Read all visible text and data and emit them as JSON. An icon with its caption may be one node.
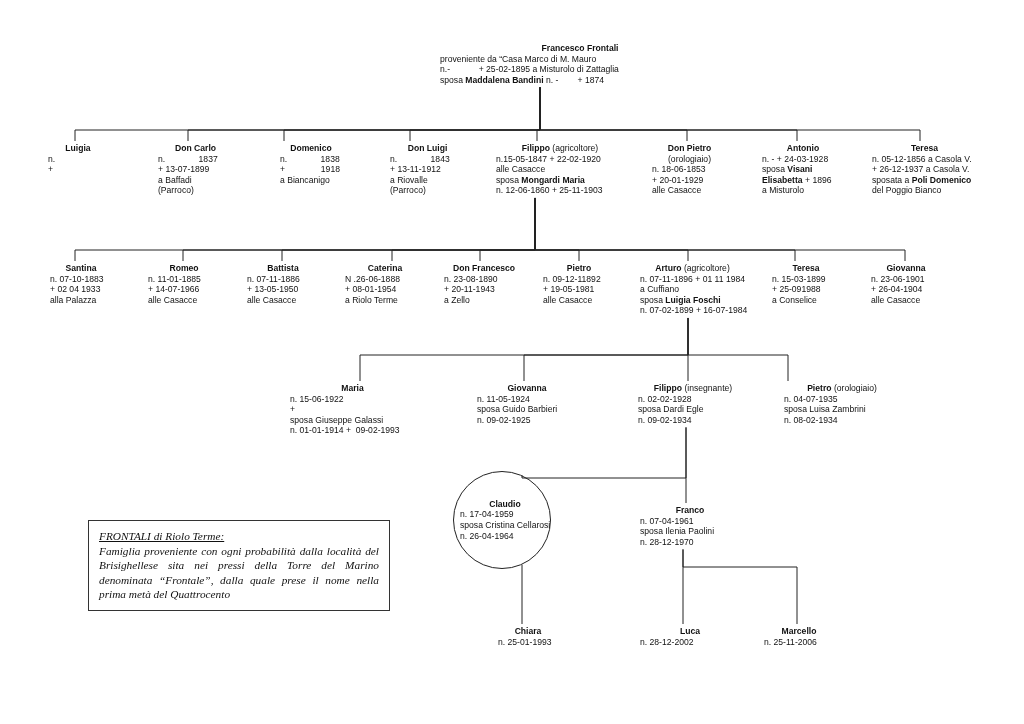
{
  "diagram": {
    "nodes": [
      {
        "text": [
          "Francesco Frontali",
          "proveniente da “Casa Marco di M. Mauro",
          "n.-            + 25-02-1895 a Misturolo di Zattaglia",
          "sposa **Maddalena Bandini** n. -        + 1874"
        ]
      },
      {
        "text": [
          "Luigia",
          "n.",
          "+"
        ]
      },
      {
        "text": [
          "Don Carlo",
          "n.              1837",
          "+ 13-07-1899",
          "a Baffadi",
          "(Parroco)"
        ]
      },
      {
        "text": [
          "Domenico",
          "n.              1838",
          "+               1918",
          "a Biancanigo"
        ]
      },
      {
        "text": [
          "Don Luigi",
          "n.              1843",
          "+ 13-11-1912",
          "a Riovalle",
          "(Parroco)"
        ]
      },
      {
        "text": [
          "Filippo",
          "(agricoltore)",
          "n.15-05-1847 + 22-02-1920",
          "alle Casacce",
          "sposa **Mongardi Maria**",
          "n. 12-06-1860 + 25-11-1903"
        ]
      },
      {
        "text": [
          "Don Pietro",
          "(orologiaio)",
          "n. 18-06-1853",
          "+ 20-01-1929",
          "alle Casacce"
        ]
      },
      {
        "text": [
          "Antonio",
          "n. - + 24-03-1928",
          "sposa **Visani**",
          "**Elisabetta** + 1896",
          "a Misturolo"
        ]
      },
      {
        "text": [
          "Teresa",
          "n. 05-12-1856 a Casola V.",
          "+ 26-12-1937 a Casola V.",
          "sposata a **Poli Domenico**",
          "del Poggio Bianco"
        ]
      },
      {
        "text": [
          "Santina",
          "n. 07-10-1883",
          "+ 02 04 1933",
          "alla Palazza"
        ]
      },
      {
        "text": [
          "Romeo",
          "n. 11-01-1885",
          "+ 14-07-1966",
          "alle Casacce"
        ]
      },
      {
        "text": [
          "Battista",
          "n. 07-11-1886",
          "+ 13-05-1950",
          "alle Casacce"
        ]
      },
      {
        "text": [
          "Caterina",
          "N .26-06-1888",
          "+ 08-01-1954",
          "a Riolo Terme"
        ]
      },
      {
        "text": [
          "Don Francesco",
          "n. 23-08-1890",
          "+ 20-11-1943",
          "a Zello"
        ]
      },
      {
        "text": [
          "Pietro",
          "n. 09-12-11892",
          "+ 19-05-1981",
          "alle Casacce"
        ]
      },
      {
        "text": [
          "Arturo",
          "(agricoltore)",
          "n. 07-11-1896 + 01 11 1984",
          "a Cuffiano",
          "sposa **Luigia Foschi**",
          "n. 07-02-1899 + 16-07-1984"
        ]
      },
      {
        "text": [
          "Teresa",
          "n. 15-03-1899",
          "+ 25-091988",
          "a Conselice"
        ]
      },
      {
        "text": [
          "Giovanna",
          "n. 23-06-1901",
          "+ 26-04-1904",
          "alle Casacce"
        ]
      },
      {
        "text": [
          "Maria",
          "n. 15-06-1922",
          "+",
          "sposa Giuseppe Galassi",
          "n. 01-01-1914 +  09-02-1993"
        ]
      },
      {
        "text": [
          "Giovanna",
          "n. 11-05-1924",
          "sposa Guido Barbieri",
          "n. 09-02-1925"
        ]
      },
      {
        "text": [
          "Filippo",
          "(insegnante)",
          "n. 02-02-1928",
          "sposa Dardi Egle",
          "n. 09-02-1934"
        ]
      },
      {
        "text": [
          "Pietro",
          "(orologiaio)",
          "n. 04-07-1935",
          "sposa Luisa Zambrini",
          "n. 08-02-1934"
        ]
      },
      {
        "text": [
          "Claudio",
          "n. 17-04-1959",
          "sposa Cristina Cellarosi",
          "n. 26-04-1964"
        ]
      },
      {
        "text": [
          "Franco",
          "n. 07-04-1961",
          "sposa Ilenia Paolini",
          "n. 28-12-1970"
        ]
      },
      {
        "text": [
          "Chiara",
          "n. 25-01-1993"
        ]
      },
      {
        "text": [
          "Luca",
          "n. 28-12-2002"
        ]
      },
      {
        "text": [
          "Marcello",
          "n. 25-11-2006"
        ]
      },
      {
        "text": [
          "FRONTALI di Riolo Terme:",
          "Famiglia proveniente con ogni probabilità dalla località del Brisighellese sita nei pressi della Torre del Marino denominata “Frontale”, dalla quale prese il nome nella prima metà del Quattrocento"
        ]
      }
    ],
    "edges": [
      {
        "from": 0,
        "to": 1,
        "arrow": "none"
      },
      {
        "from": 0,
        "to": 2,
        "arrow": "none"
      },
      {
        "from": 0,
        "to": 3,
        "arrow": "none"
      },
      {
        "from": 0,
        "to": 4,
        "arrow": "none"
      },
      {
        "from": 0,
        "to": 5,
        "arrow": "none"
      },
      {
        "from": 0,
        "to": 6,
        "arrow": "none"
      },
      {
        "from": 0,
        "to": 7,
        "arrow": "none"
      },
      {
        "from": 0,
        "to": 8,
        "arrow": "none"
      },
      {
        "from": 5,
        "to": 9,
        "arrow": "none"
      },
      {
        "from": 5,
        "to": 10,
        "arrow": "none"
      },
      {
        "from": 5,
        "to": 11,
        "arrow": "none"
      },
      {
        "from": 5,
        "to": 12,
        "arrow": "none"
      },
      {
        "from": 5,
        "to": 13,
        "arrow": "none"
      },
      {
        "from": 5,
        "to": 14,
        "arrow": "none"
      },
      {
        "from": 5,
        "to": 15,
        "arrow": "none"
      },
      {
        "from": 5,
        "to": 16,
        "arrow": "none"
      },
      {
        "from": 5,
        "to": 17,
        "arrow": "none"
      },
      {
        "from": 15,
        "to": 18,
        "arrow": "none"
      },
      {
        "from": 15,
        "to": 19,
        "arrow": "none"
      },
      {
        "from": 15,
        "to": 20,
        "arrow": "none"
      },
      {
        "from": 15,
        "to": 21,
        "arrow": "none"
      },
      {
        "from": 20,
        "to": 22,
        "arrow": "none"
      },
      {
        "from": 20,
        "to": 23,
        "arrow": "none"
      },
      {
        "from": 22,
        "to": 24,
        "arrow": "none"
      },
      {
        "from": 23,
        "to": 25,
        "arrow": "none"
      },
      {
        "from": 23,
        "to": 26,
        "arrow": "none"
      }
    ]
  }
}
